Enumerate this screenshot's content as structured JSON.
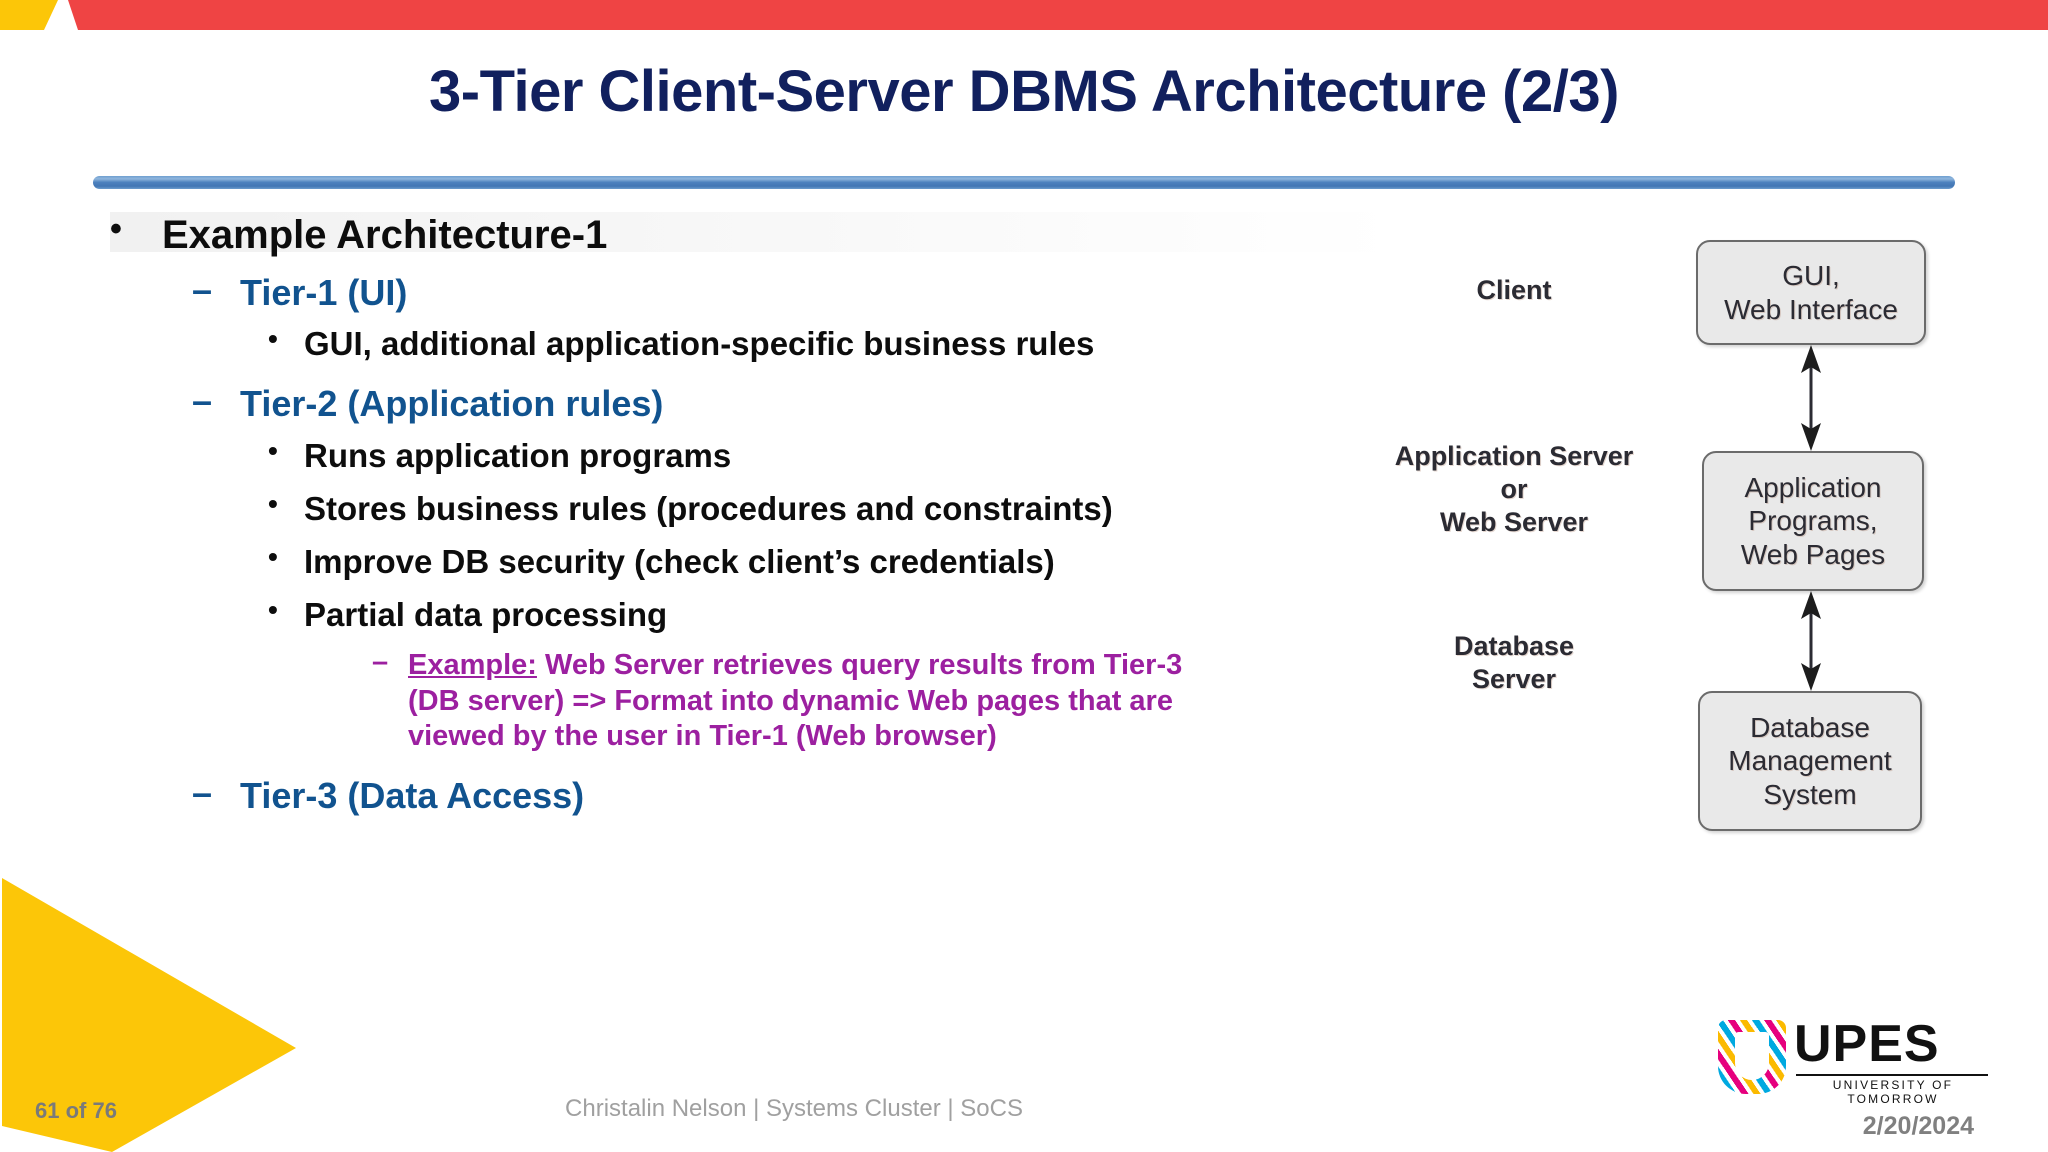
{
  "slide": {
    "title": "3-Tier Client-Server DBMS Architecture (2/3)",
    "accent_navy": "#11205e",
    "accent_blue": "#11538f",
    "accent_purple": "#9c20a0",
    "accent_yellow": "#fcc608",
    "accent_red": "#ef4444"
  },
  "content": {
    "l1": {
      "marker": "•",
      "text": "Example Architecture-1"
    },
    "tier1": {
      "marker": "–",
      "text": "Tier-1 (UI)"
    },
    "tier1_sub": {
      "marker": "•",
      "text": "GUI, additional application-specific business rules"
    },
    "tier2": {
      "marker": "–",
      "text": "Tier-2 (Application rules)"
    },
    "tier2_subs": [
      {
        "marker": "•",
        "text": "Runs application programs"
      },
      {
        "marker": "•",
        "text": "Stores business rules (procedures and constraints)"
      },
      {
        "marker": "•",
        "text": "Improve DB security (check client’s credentials)"
      },
      {
        "marker": "•",
        "text": "Partial data processing"
      }
    ],
    "example": {
      "marker": "–",
      "label": "Example:",
      "text": " Web Server retrieves query results from Tier-3 (DB server) => Format into dynamic Web pages that are viewed by the user in Tier-1 (Web browser)"
    },
    "tier3": {
      "marker": "–",
      "text": "Tier-3 (Data Access)"
    }
  },
  "diagram": {
    "labels": {
      "client": "Client",
      "app_server_line1": "Application Server",
      "app_server_line2": "or",
      "app_server_line3": "Web Server",
      "db_server_line1": "Database",
      "db_server_line2": "Server"
    },
    "boxes": {
      "gui_line1": "GUI,",
      "gui_line2": "Web Interface",
      "app_line1": "Application",
      "app_line2": "Programs,",
      "app_line3": "Web Pages",
      "dbms_line1": "Database",
      "dbms_line2": "Management",
      "dbms_line3": "System"
    },
    "arrows": {
      "top": "double-headed-vertical-arrow",
      "bottom": "double-headed-vertical-arrow"
    }
  },
  "footer": {
    "page_number": "61 of 76",
    "credit": "Christalin Nelson | Systems Cluster | SoCS",
    "date": "2/20/2024"
  },
  "logo": {
    "wordmark": "UPES",
    "tagline": "UNIVERSITY OF TOMORROW"
  }
}
